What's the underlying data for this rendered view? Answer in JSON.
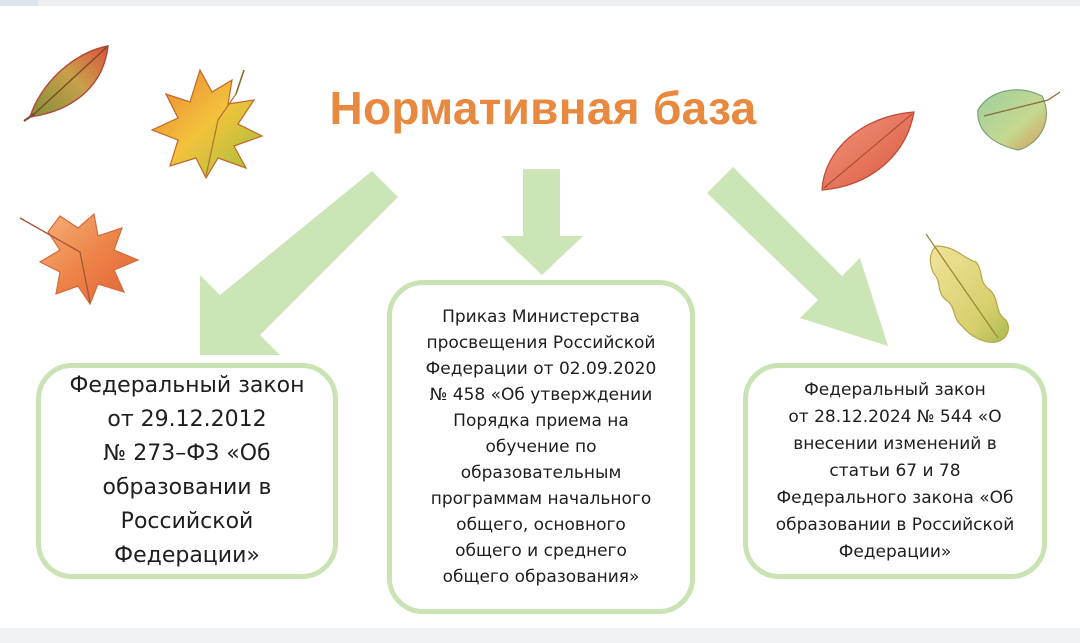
{
  "slide": {
    "title": "Нормативная база"
  },
  "documents": {
    "left": "Федеральный закон\nот 29.12.2012\n№ 273–ФЗ «Об\nобразовании в\nРоссийской\nФедерации»",
    "center": "Приказ Министерства\nпросвещения Российской\nФедерации от 02.09.2020\n№ 458 «Об утверждении\nПорядка приема на\nобучение по\nобразовательным\nпрограммам начального\nобщего, основного\nобщего и среднего\nобщего образования»",
    "right": "Федеральный закон\nот 28.12.2024 № 544 «О\nвнесении изменений в\nстатьи 67 и 78\nФедерального закона «Об\nобразовании в Российской\nФедерации»"
  },
  "colors": {
    "title": "#e8893f",
    "arrow": "#cbe5b6",
    "box_border": "#c9e3b4"
  },
  "decorations": {
    "leaf_icons": [
      "autumn-leaf-icon",
      "maple-leaf-icon",
      "oak-leaf-icon"
    ]
  }
}
